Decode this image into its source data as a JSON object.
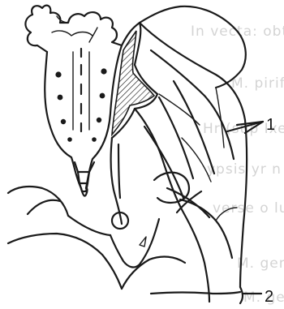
{
  "diagram": {
    "labels": {
      "label_1": "1",
      "label_2": "2"
    },
    "show_through_text": [
      "In vecta: obturator ext",
      "M. piriformis (m. piri",
      "Hr (sup   Ixer  ichic",
      "ypsis   yr n   s  a ctus",
      "verse   o   lum  egh",
      "M. gemellus superior",
      "M. gemellus inferior the"
    ]
  }
}
